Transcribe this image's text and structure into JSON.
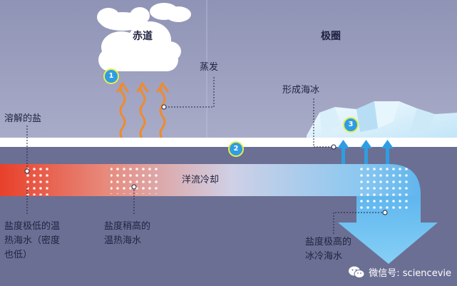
{
  "labels": {
    "equator": "赤道",
    "polar": "极圈",
    "evaporation": "蒸发",
    "sea_ice_formation": "形成海冰",
    "dissolved_salt": "溶解的盐",
    "current_cooling": "洋流冷却",
    "low_salinity": "盐度极低的温热海水（密度也低）",
    "moderate_salinity": "盐度稍高的温热海水",
    "high_salinity": "盐度极高的冰冷海水"
  },
  "label_lines": {
    "low_salinity": [
      "盐度极低的温",
      "热海水（密度",
      "也低）"
    ],
    "moderate_salinity": [
      "盐度稍高的",
      "温热海水"
    ],
    "high_salinity": [
      "盐度极高的",
      "冰冷海水"
    ]
  },
  "steps": {
    "step1": "1",
    "step2": "2",
    "step3": "3"
  },
  "watermark": "微信号: sciencevie",
  "colors": {
    "background": "#6b6f93",
    "current_warm": "#e8402a",
    "current_cold": "#5fb6ee",
    "arrow_down": "#66c2f2",
    "evaporation_arrow": "#f08a2e",
    "badge": "#2f9de3",
    "badge_ring": "#e9ef4a"
  }
}
